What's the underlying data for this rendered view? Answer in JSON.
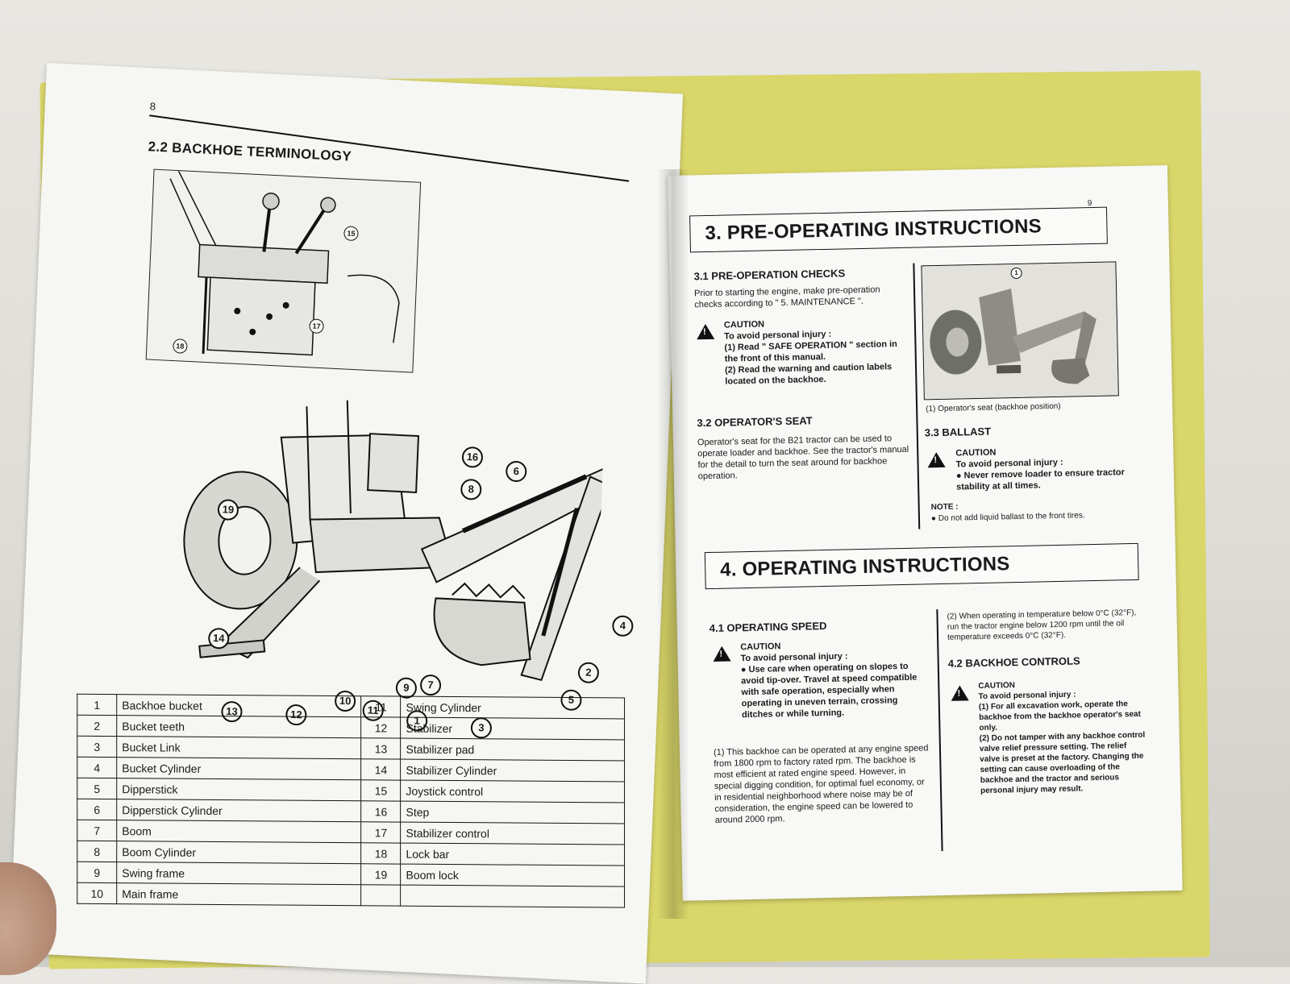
{
  "left_page": {
    "page_number": "8",
    "section_title": "2.2 BACKHOE TERMINOLOGY",
    "inset_callouts": [
      "15",
      "17",
      "18"
    ],
    "figure_callouts": [
      "1",
      "2",
      "3",
      "4",
      "5",
      "6",
      "7",
      "8",
      "9",
      "10",
      "11",
      "12",
      "13",
      "14",
      "16",
      "19"
    ],
    "terms_left": [
      {
        "n": "1",
        "label": "Backhoe bucket"
      },
      {
        "n": "2",
        "label": "Bucket teeth"
      },
      {
        "n": "3",
        "label": "Bucket Link"
      },
      {
        "n": "4",
        "label": "Bucket Cylinder"
      },
      {
        "n": "5",
        "label": "Dipperstick"
      },
      {
        "n": "6",
        "label": "Dipperstick Cylinder"
      },
      {
        "n": "7",
        "label": "Boom"
      },
      {
        "n": "8",
        "label": "Boom Cylinder"
      },
      {
        "n": "9",
        "label": "Swing frame"
      },
      {
        "n": "10",
        "label": "Main frame"
      }
    ],
    "terms_right": [
      {
        "n": "11",
        "label": "Swing Cylinder"
      },
      {
        "n": "12",
        "label": "Stabilizer"
      },
      {
        "n": "13",
        "label": "Stabilizer pad"
      },
      {
        "n": "14",
        "label": "Stabilizer Cylinder"
      },
      {
        "n": "15",
        "label": "Joystick control"
      },
      {
        "n": "16",
        "label": "Step"
      },
      {
        "n": "17",
        "label": "Stabilizer control"
      },
      {
        "n": "18",
        "label": "Lock bar"
      },
      {
        "n": "19",
        "label": "Boom lock"
      },
      {
        "n": "",
        "label": ""
      }
    ]
  },
  "right_page": {
    "page_number": "9",
    "chapter3_title": "3. PRE-OPERATING INSTRUCTIONS",
    "s31_title": "3.1 PRE-OPERATION CHECKS",
    "s31_text": "Prior to starting the engine, make pre-operation checks according to \" 5. MAINTENANCE \".",
    "s31_caution_head": "CAUTION",
    "s31_caution_lead": "To avoid personal injury :",
    "s31_caution_1": "(1) Read \" SAFE OPERATION \" section in the front of this manual.",
    "s31_caution_2": "(2) Read the warning and caution labels located on the backhoe.",
    "s32_title": "3.2 OPERATOR'S SEAT",
    "s32_text": "Operator's seat for the B21 tractor can be used to operate loader and backhoe. See the tractor's manual for the detail to turn the seat around for backhoe operation.",
    "photo_callout": "1",
    "photo_caption": "(1) Operator's seat (backhoe position)",
    "s33_title": "3.3 BALLAST",
    "s33_caution_head": "CAUTION",
    "s33_caution_lead": "To avoid personal injury :",
    "s33_caution_1": "● Never remove loader to ensure tractor stability at all times.",
    "s33_note_head": "NOTE :",
    "s33_note_1": "● Do not add liquid ballast to the front tires.",
    "chapter4_title": "4. OPERATING INSTRUCTIONS",
    "s41_title": "4.1 OPERATING SPEED",
    "s41_caution_head": "CAUTION",
    "s41_caution_lead": "To avoid personal injury :",
    "s41_caution_1": "● Use care when operating on slopes to avoid tip-over. Travel at speed compatible with safe operation, especially when operating in uneven terrain, crossing ditches or while turning.",
    "s41_text_1": "(1) This backhoe can be operated at any engine speed from 1800 rpm to factory rated rpm. The backhoe is most efficient at rated engine speed. However, in special digging condition, for optimal fuel economy, or in residential neighborhood where noise may be of consideration, the engine speed can be lowered to around 2000 rpm.",
    "s41_text_2": "(2) When operating in temperature below 0°C (32°F), run the tractor engine below 1200 rpm until the oil temperature exceeds 0°C (32°F).",
    "s42_title": "4.2 BACKHOE CONTROLS",
    "s42_caution_head": "CAUTION",
    "s42_caution_lead": "To avoid personal injury :",
    "s42_caution_1": "(1) For all excavation work, operate the backhoe from the backhoe operator's seat only.",
    "s42_caution_2": "(2) Do not tamper with any backhoe control valve relief pressure setting. The relief valve is preset at the factory. Changing the setting can cause overloading of the backhoe and the tractor and serious personal injury may result."
  }
}
